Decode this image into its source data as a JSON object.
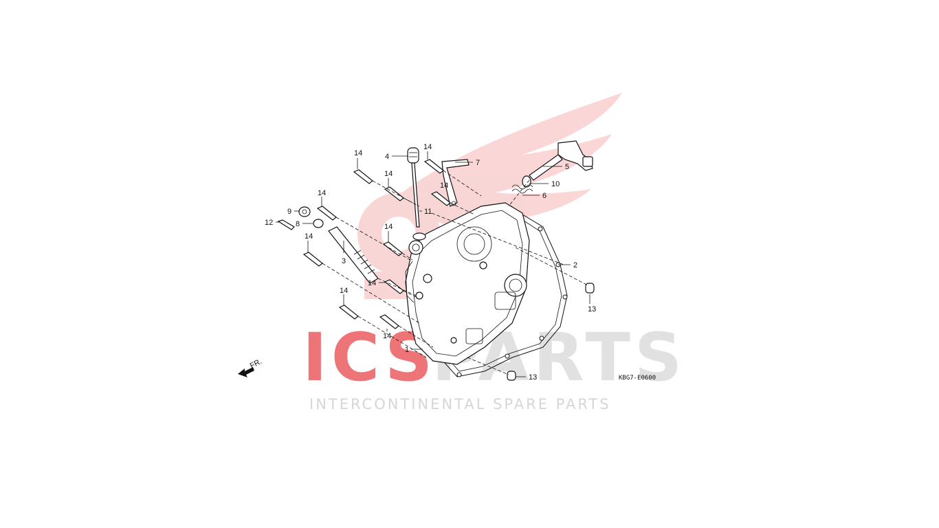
{
  "diagram": {
    "figure_code": "KBG7-E0600",
    "direction_label": "FR.",
    "callouts": {
      "c1": "14",
      "c2": "4",
      "c3": "14",
      "c4": "7",
      "c5": "5",
      "c6": "14",
      "c7": "14",
      "c8": "10",
      "c9": "6",
      "c10": "14",
      "c11": "11",
      "c12": "9",
      "c13": "8",
      "c14": "12",
      "c15": "14",
      "c16": "14",
      "c17": "3",
      "c18": "2",
      "c19": "14",
      "c20": "13",
      "c21": "14",
      "c22": "14",
      "c23": "1",
      "c24": "13"
    }
  },
  "watermark": {
    "brand_part1": "ICS",
    "brand_part2": "PARTS",
    "tagline": "INTERCONTINENTAL SPARE PARTS",
    "colors": {
      "brand_red": "#e8474a",
      "brand_gray": "#d8d8d8",
      "wing_red": "#f5b5b5"
    }
  }
}
